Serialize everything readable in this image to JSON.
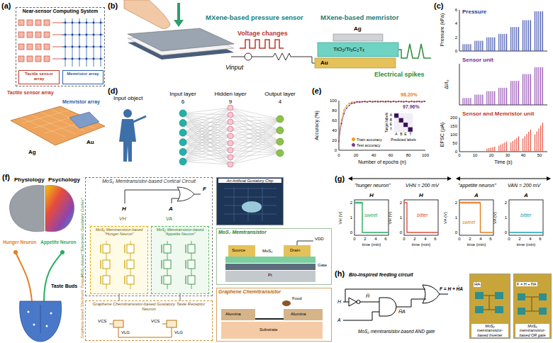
{
  "diagram": {
    "nodes": [
      {
        "text": [
          "Near-sensor Computing System"
        ]
      },
      {
        "text": [
          "Tactile sensor array"
        ],
        "in": 0
      },
      {
        "text": [
          "Memristor array"
        ],
        "in": 0
      },
      {
        "text": [
          "MoS₂ Memtransistor-based Cortical Circuit"
        ]
      },
      {
        "text": [
          "MoS₂ Memtransistor-based \"Hunger Neuron\""
        ],
        "in": 3
      },
      {
        "text": [
          "MoS₂ Memtransistor-based \"Appetite Neuron\""
        ],
        "in": 3
      },
      {
        "text": [
          "Graphene Chemitransistor-based Gustatory Taste Receptor Neuron"
        ]
      },
      {
        "text": [
          "An Artificial Gustatory Chip"
        ]
      },
      {
        "text": [
          "MoS₂ Memtransistor"
        ]
      },
      {
        "text": [
          "Graphene Chemitransistor"
        ]
      },
      {
        "text": [
          "MoS₂ memtransistor-based Inverter"
        ]
      },
      {
        "text": [
          "MoS₂ memtransistor-based OR gate"
        ]
      }
    ],
    "edges": [
      {
        "from": 6,
        "to": 4,
        "arrow": "none"
      },
      {
        "from": 6,
        "to": 5,
        "arrow": "none"
      }
    ],
    "labels": [
      "(a)",
      "Tactile sensor array",
      "Memristor array",
      "Ag",
      "Au",
      "(b)",
      "MXene-based pressure sensor",
      "Voltage changes",
      "Vinput",
      "MXene-based memristor",
      "Ag",
      "TiO₂/Ti₃C₂Tₓ",
      "Au",
      "Electrical spikes",
      "(c)",
      "Pressure",
      "Pressure (kPa)",
      "0",
      "2",
      "4",
      "6",
      "Sensor unit",
      "ΔI/I₀",
      "Sensor and Memristor unit",
      "EPSC (μA)",
      "0",
      "50",
      "100",
      "150",
      "200",
      "0",
      "10",
      "20",
      "30",
      "40",
      "50",
      "Time (s)",
      "(d)",
      "Input object",
      "Input layer",
      "6",
      "Hidden layer",
      "9",
      "Output layer",
      "4",
      "(e)",
      "Accuracy (%)",
      "0",
      "20",
      "40",
      "60",
      "80",
      "100",
      "0",
      "20",
      "40",
      "60",
      "80",
      "100",
      "Number of epochs (n)",
      "98.20%",
      "97.96%",
      "Target labels",
      "A",
      "B",
      "E",
      "T",
      "A",
      "B",
      "E",
      "T",
      "Predicted labels",
      "(f)",
      "Physiology",
      "Psychology",
      "Hunger Neuron",
      "Appetite Neuron",
      "Taste Buds",
      "MoS₂-based \"Electronic Gustatory Cortex\"",
      "Graphene-based \"Electronic Tongue\"",
      "H",
      "A",
      "F",
      "VH",
      "VA",
      "VCS",
      "VLG",
      "VCS",
      "VLG",
      "VDD",
      "Source",
      "MoS₂",
      "Drain",
      "Gate",
      "Pt",
      "Food",
      "Alumina",
      "Alumina",
      "Substrate",
      "(g)",
      "\"hunger neuron\"",
      "VHN = 200 mV",
      "\"appetite neuron\"",
      "VAN = 200 mV",
      "H",
      "VH (V)",
      "2",
      "1",
      "0",
      "0",
      "2",
      "4",
      "6",
      "time (min)",
      "sweet",
      "H",
      "VH (V)",
      "2",
      "1",
      "0",
      "0",
      "2",
      "4",
      "6",
      "time (min)",
      "bitter",
      "A",
      "VA (V)",
      "2",
      "1",
      "0",
      "0",
      "2",
      "4",
      "6",
      "time (min)",
      "sweet",
      "A",
      "VA (V)",
      "2",
      "1",
      "0",
      "0",
      "2",
      "4",
      "6",
      "time (min)",
      "bitter",
      "(h)",
      "Bio-inspired feeding circuit",
      "A",
      "H",
      "H̄",
      "H̄A",
      "F = H + H̄A",
      "MoS₂ memtransistor-based AND gate",
      "H̄A",
      "F = H + H̄A"
    ],
    "legend": [
      {
        "text": "Train accuracy",
        "color": "#f39c12"
      },
      {
        "text": "Test accuracy",
        "color": "#7d3c98"
      }
    ]
  }
}
